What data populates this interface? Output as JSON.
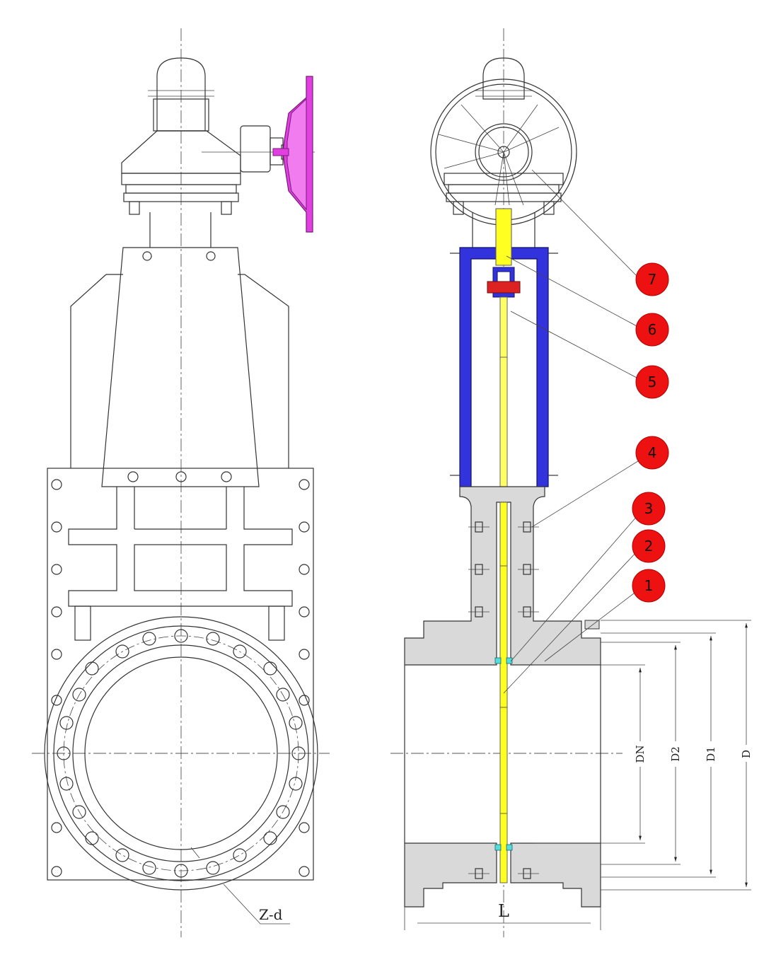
{
  "colors": {
    "handwheel": "#e040e0",
    "bracket": "#3333dd",
    "stem": "#ffff22",
    "nut": "#dd2222",
    "seal": "#55dddd",
    "casting": "#d9d9d9",
    "balloon": "#ee1111"
  },
  "balloons": [
    {
      "id": "7",
      "label": "7"
    },
    {
      "id": "6",
      "label": "6"
    },
    {
      "id": "5",
      "label": "5"
    },
    {
      "id": "4",
      "label": "4"
    },
    {
      "id": "3",
      "label": "3"
    },
    {
      "id": "2",
      "label": "2"
    },
    {
      "id": "1",
      "label": "1"
    }
  ],
  "dimensions": {
    "dn": "DN",
    "d2": "D2",
    "d1": "D1",
    "d": "D",
    "length": "L",
    "bolt_holes": "Z-d"
  }
}
